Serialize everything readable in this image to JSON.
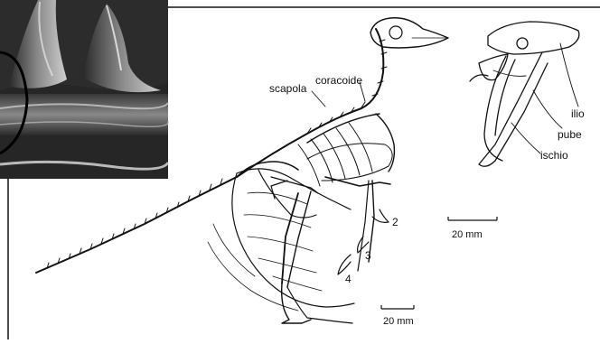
{
  "skeleton": {
    "labels": {
      "scapola": "scapola",
      "coracoide": "coracoide",
      "digit_2": "2",
      "digit_3": "3",
      "digit_4": "4"
    },
    "scale_bar": "20 mm"
  },
  "pelvis": {
    "labels": {
      "ilio": "ilio",
      "pube": "pube",
      "ischio": "ischio"
    },
    "scale_bar": "20 mm"
  },
  "photo_inset": {
    "description": "fossil-photo"
  },
  "colors": {
    "ink": "#111111",
    "photo_dark": "#1a1a1a",
    "photo_mid": "#5a5a5a",
    "photo_light": "#bdbdbd"
  }
}
